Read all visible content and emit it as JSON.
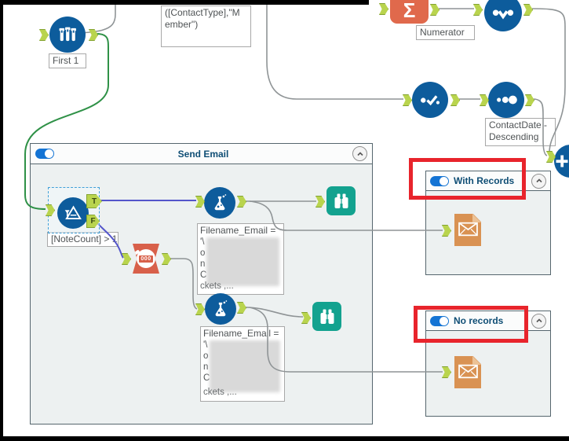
{
  "tool_labels": {
    "first": "First 1",
    "numerator": "Numerator",
    "note_count": "[NoteCount] > 1",
    "contact_type_lines": [
      "([ContactType],\"M",
      "ember\")"
    ],
    "contact_date_lines": [
      "ContactDate -",
      "Descending"
    ]
  },
  "containers": {
    "send_email": {
      "title": "Send Email",
      "toggle_on": true
    },
    "with_records": {
      "title": "With Records",
      "toggle_on": true
    },
    "no_records": {
      "title": "No records",
      "toggle_on": true
    }
  },
  "filter_anchors": {
    "true_label": "T",
    "false_label": "F"
  },
  "icon_glyphs": {
    "summarize_sigma": "Σ",
    "count_records": "000"
  },
  "annotations": {
    "formula1": {
      "line1": "Filename_Email =",
      "fragments": [
        "'\\",
        "o",
        "n",
        "C"
      ],
      "last_line": "ckets ,..."
    },
    "formula2": {
      "line1": "Filename_Email =",
      "fragments": [
        "'\\",
        "o",
        "n",
        "C"
      ],
      "last_line": "ckets ,..."
    }
  },
  "colors": {
    "tool_blue": "#0d5c9c",
    "browse_teal": "#13a28f",
    "summarize_orange": "#e0694c",
    "count_red": "#d8604a",
    "email_orange": "#d99253",
    "anchor_green": "#b9d44e",
    "wire_gray": "#8f9496",
    "wire_green": "#2f9147",
    "wire_selected_blue": "#5456cb",
    "highlight_red": "#e8242c",
    "toggle_blue": "#1474d4",
    "container_title": "#0f4e75"
  }
}
